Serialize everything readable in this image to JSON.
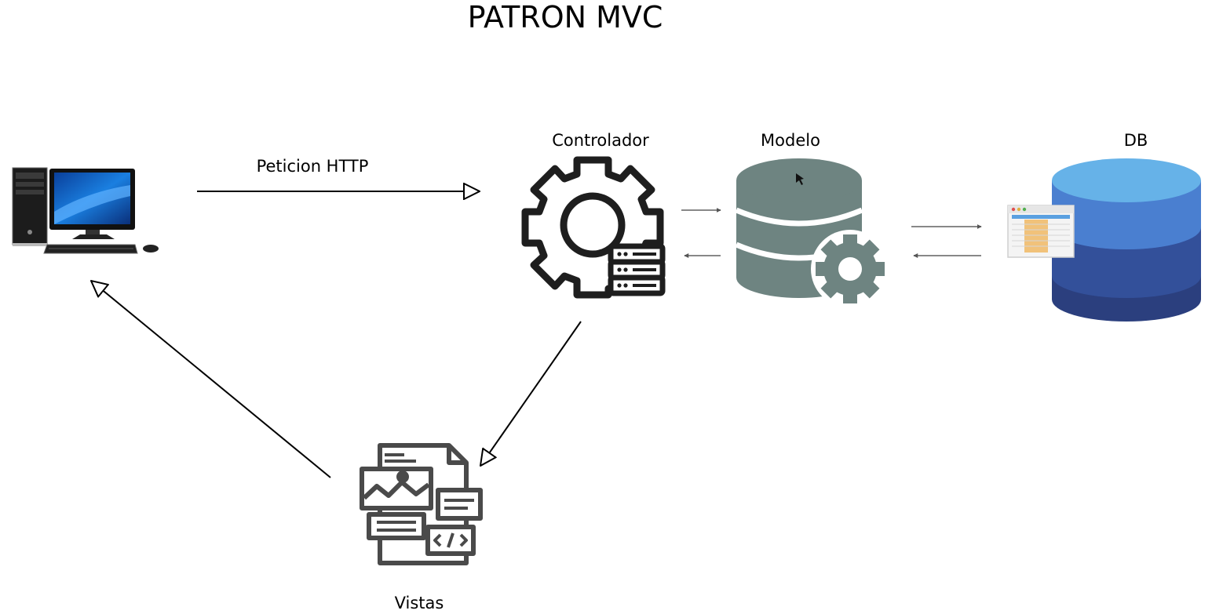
{
  "diagram": {
    "title": "PATRON MVC",
    "arrow_label": "Peticion HTTP",
    "nodes": {
      "controller": {
        "label": "Controlador",
        "icon": "gear-server-icon"
      },
      "model": {
        "label": "Modelo",
        "icon": "database-gear-icon"
      },
      "db": {
        "label": "DB",
        "icon": "database-cylinder-icon"
      },
      "views": {
        "label": "Vistas",
        "icon": "document-views-icon"
      },
      "client": {
        "icon": "desktop-computer-icon"
      }
    }
  }
}
